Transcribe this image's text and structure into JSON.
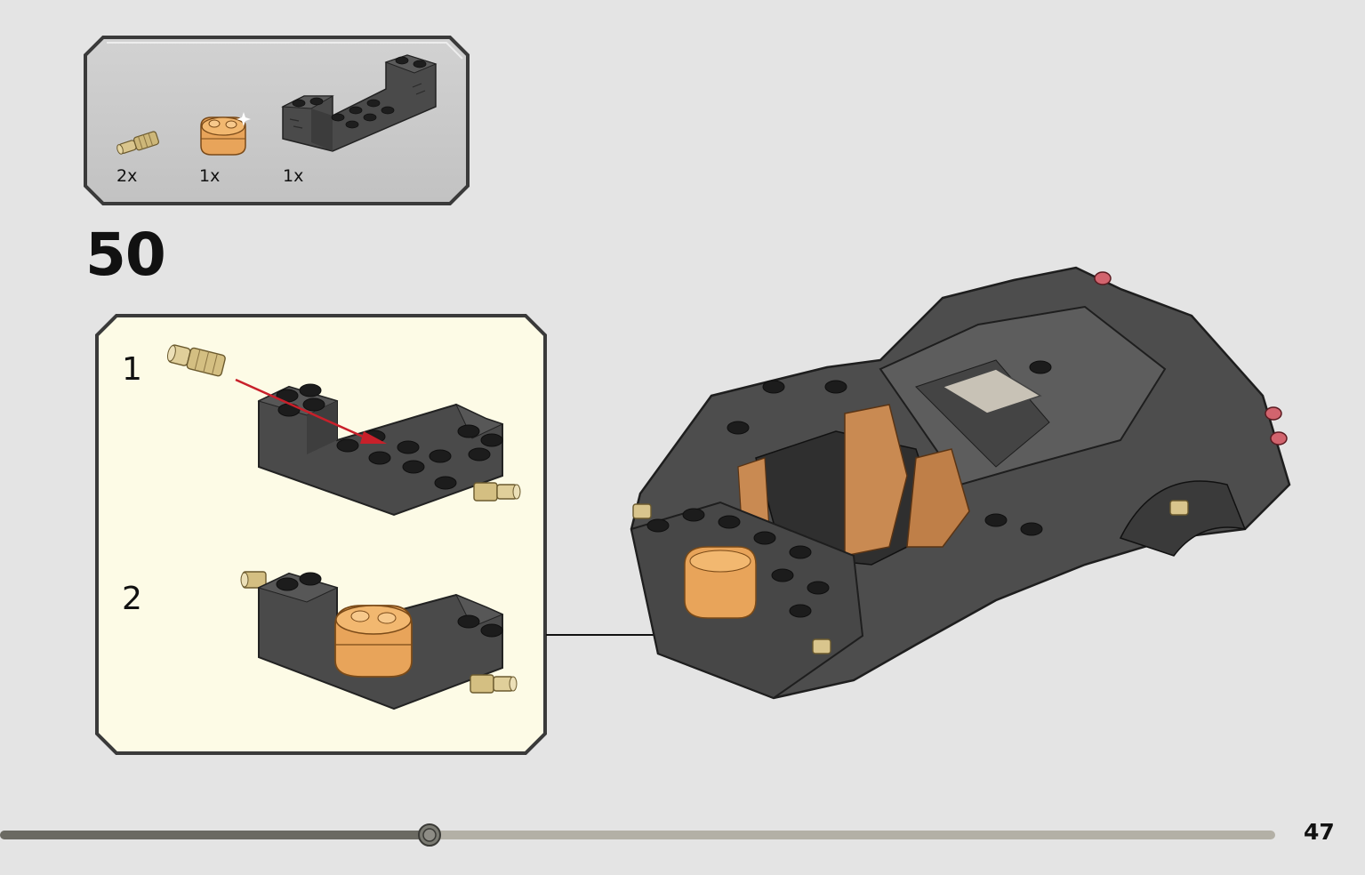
{
  "step": {
    "number": "50"
  },
  "parts_list": [
    {
      "qty": "2x",
      "icon": "tan-axle-pin-icon"
    },
    {
      "qty": "1x",
      "icon": "orange-round-plate-icon"
    },
    {
      "qty": "1x",
      "icon": "dark-gray-brick-bracket-icon"
    }
  ],
  "substeps": [
    {
      "label": "1"
    },
    {
      "label": "2"
    }
  ],
  "page": {
    "number": "47"
  },
  "progress": {
    "fraction": 0.337
  },
  "colors": {
    "background": "#e4e4e4",
    "parts_box_fill": "#c8c8c8",
    "substep_box_fill": "#fdfbe6",
    "brick_dark_gray": "#4a4a4a",
    "pin_tan": "#d9c58d",
    "plate_orange": "#e8a45a"
  }
}
